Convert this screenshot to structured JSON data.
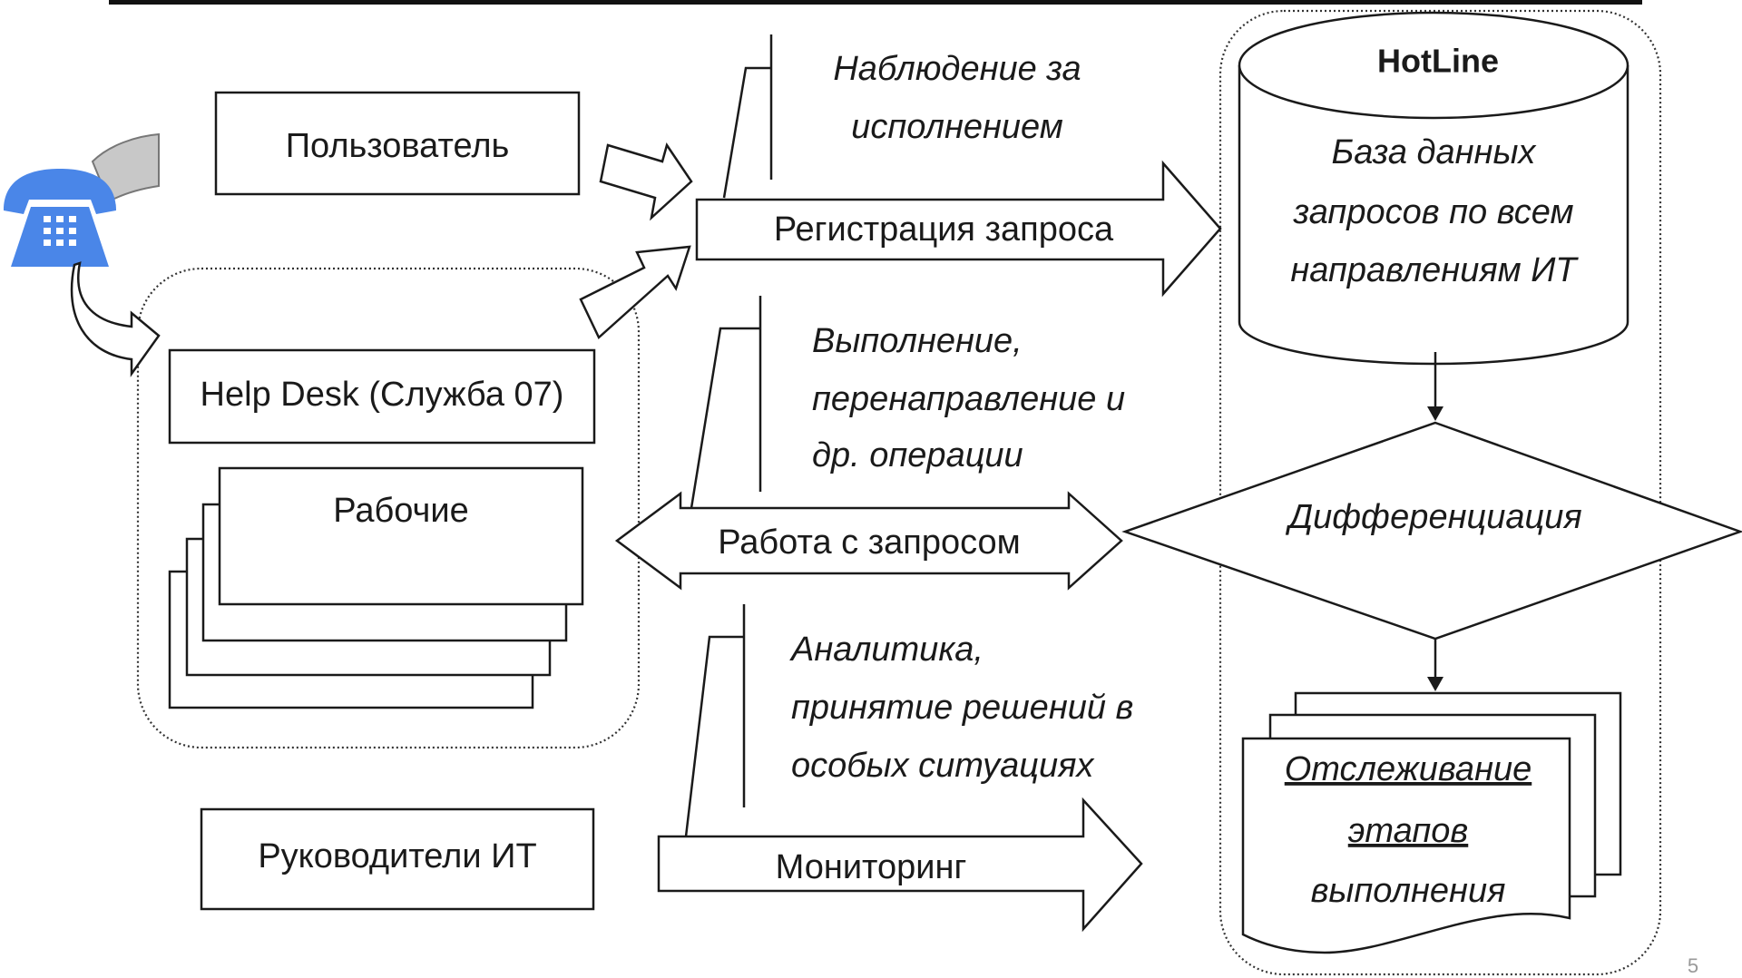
{
  "nodes": {
    "user": "Пользователь",
    "helpdesk": "Help Desk (Служба 07)",
    "workers": "Рабочие",
    "managers": "Руководители ИТ",
    "hotline_title": "HotLine",
    "db_line1": "База данных",
    "db_line2": "запросов по всем",
    "db_line3": "направлениям ИТ",
    "diff": "Дифференциация",
    "track_line1": "Отслеживание",
    "track_line2": "этапов",
    "track_line3": "выполнения"
  },
  "arrows": {
    "registration": "Регистрация запроса",
    "work": "Работа с запросом",
    "monitoring": "Мониторинг"
  },
  "notes": {
    "observe_line1": "Наблюдение за",
    "observe_line2": "исполнением",
    "exec_line1": "Выполнение,",
    "exec_line2": "перенаправление и",
    "exec_line3": "др. операции",
    "analytics_line1": "Аналитика,",
    "analytics_line2": "принятие решений в",
    "analytics_line3": "особых ситуациях"
  },
  "icons": {
    "phone": "telephone-icon"
  },
  "colors": {
    "phone": "#4a86e8",
    "phone_arrow": "#c8c8c8"
  },
  "page_number": "5"
}
